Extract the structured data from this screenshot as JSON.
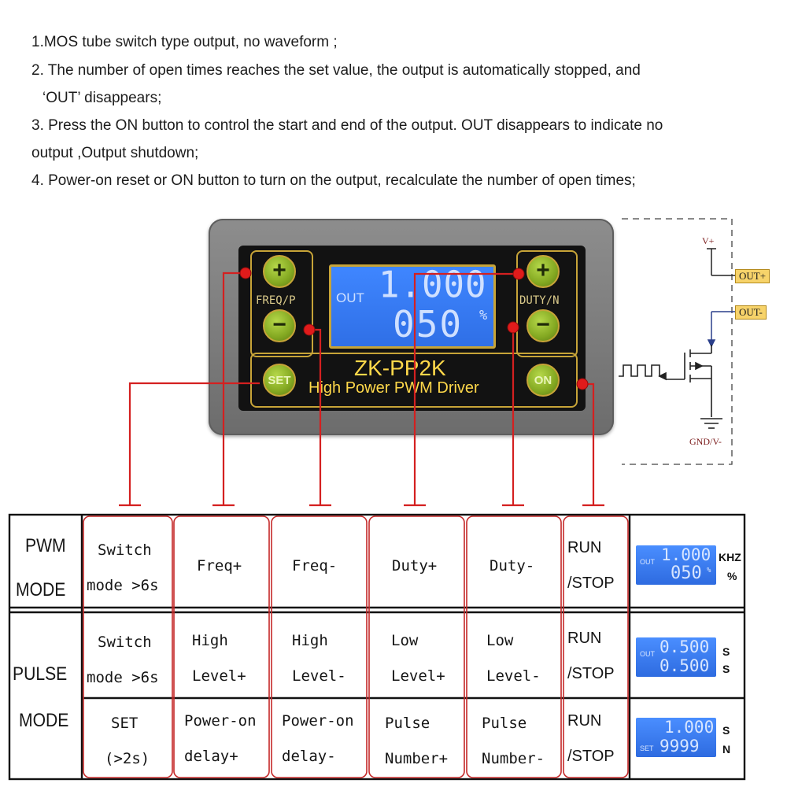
{
  "instructions": [
    "1.MOS tube switch type output, no waveform ;",
    "2. The number of open times reaches the set value, the output is automatically stopped, and",
    "‘OUT’   disappears;",
    "3. Press the ON button to control the start and end of the output. OUT disappears to indicate no",
    "output ,Output shutdown;",
    "4. Power-on reset or ON button to turn on the output, recalculate the number of open times;"
  ],
  "device": {
    "labels": {
      "freq": "FREQ/P",
      "duty": "DUTY/N",
      "plus": "+",
      "minus": "−",
      "set": "SET",
      "on": "ON"
    },
    "lcd": {
      "out": "OUT",
      "line1": "1.000",
      "line2": "050",
      "unit": "%"
    },
    "model": "ZK-PP2K",
    "subtitle": "High Power PWM Driver"
  },
  "schematic": {
    "vplus": "V+",
    "out_plus": "OUT+",
    "out_minus": "OUT-",
    "gnd": "GND/V-"
  },
  "table": {
    "pwm_mode": {
      "label_1": "PWM",
      "label_2": "MODE",
      "set": [
        "Switch",
        "mode >6s"
      ],
      "freq_plus": "Freq+",
      "freq_minus": "Freq-",
      "duty_plus": "Duty+",
      "duty_minus": "Duty-",
      "on": [
        "RUN",
        "/STOP"
      ],
      "lcd": {
        "out": "OUT",
        "line1": "1.000",
        "line2": "050",
        "pct": "%"
      },
      "units": [
        "KHZ",
        "%"
      ]
    },
    "pulse_mode": {
      "label_1": "PULSE",
      "label_2": "MODE",
      "row1": {
        "set": [
          "Switch",
          "mode >6s"
        ],
        "freq_plus": [
          "High",
          "Level+"
        ],
        "freq_minus": [
          "High",
          "Level-"
        ],
        "duty_plus": [
          "Low",
          "Level+"
        ],
        "duty_minus": [
          "Low",
          "Level-"
        ],
        "on": [
          "RUN",
          "/STOP"
        ],
        "lcd": {
          "out": "OUT",
          "line1": "0.500",
          "line2": "0.500"
        },
        "units": [
          "S",
          "S"
        ]
      },
      "row2": {
        "set": [
          "SET",
          "(>2s)"
        ],
        "freq_plus": [
          "Power-on",
          "delay+"
        ],
        "freq_minus": [
          "Power-on",
          "delay-"
        ],
        "duty_plus": [
          "Pulse",
          "Number+"
        ],
        "duty_minus": [
          "Pulse",
          "Number-"
        ],
        "on": [
          "RUN",
          "/STOP"
        ],
        "lcd": {
          "set": "SET",
          "line1": "1.000",
          "line2": "9999"
        },
        "units": [
          "S",
          "N"
        ]
      }
    }
  },
  "colors": {
    "leader_red": "#d42020",
    "lcd_blue": "#3a7cf5",
    "button_green": "#8fb52a",
    "panel_gold": "#c7a438",
    "model_yellow": "#ffd84a"
  }
}
